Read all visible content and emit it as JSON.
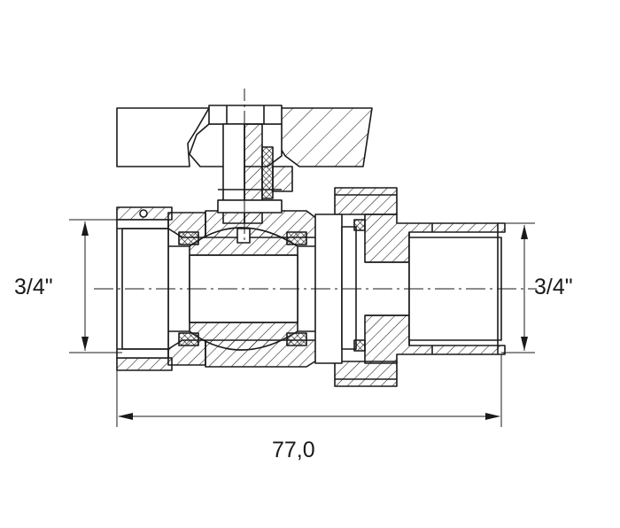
{
  "dimensions": {
    "left_thread": "3/4\"",
    "right_thread": "3/4\"",
    "overall_length": "77,0"
  },
  "colors": {
    "line": "#1a1a1a",
    "background": "#ffffff"
  }
}
